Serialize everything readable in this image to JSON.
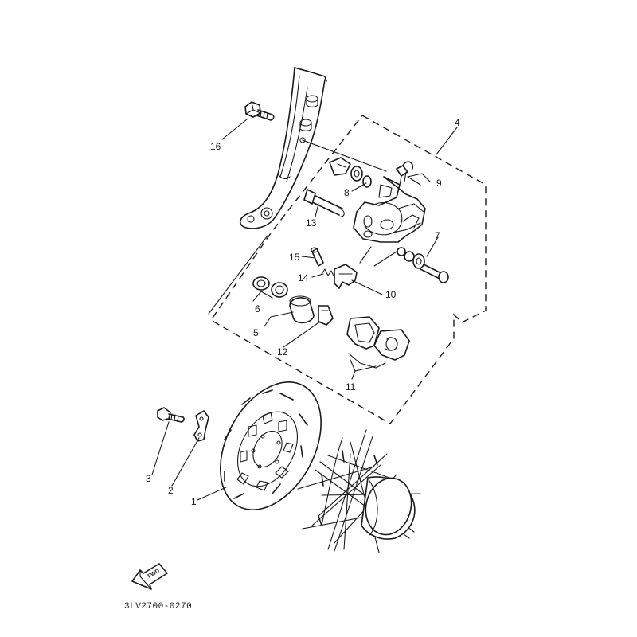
{
  "callouts": {
    "c1": "1",
    "c2": "2",
    "c3": "3",
    "c4": "4",
    "c5": "5",
    "c6": "6",
    "c7": "7",
    "c8": "8",
    "c9": "9",
    "c10": "10",
    "c11": "11",
    "c12": "12",
    "c13": "13",
    "c14": "14",
    "c15": "15",
    "c16": "16"
  },
  "fwd_label": "FWD",
  "diagram_code": "3LV2700-0270"
}
